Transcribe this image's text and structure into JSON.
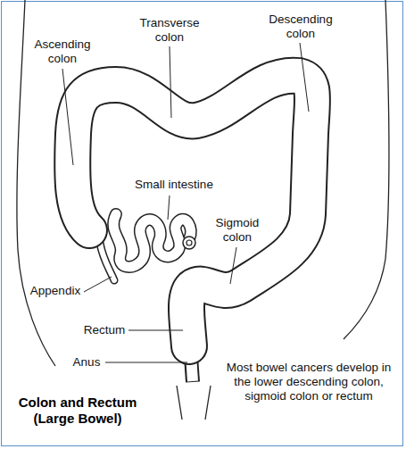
{
  "diagram": {
    "title": "Colon and Rectum (Large Bowel)",
    "labels": [
      "Ascending colon",
      "Transverse colon",
      "Descending colon",
      "Small intestine",
      "Sigmoid colon",
      "Appendix",
      "Rectum",
      "Anus",
      "Most bowel cancers develop in the lower descending colon, sigmoid colon or rectum"
    ]
  }
}
